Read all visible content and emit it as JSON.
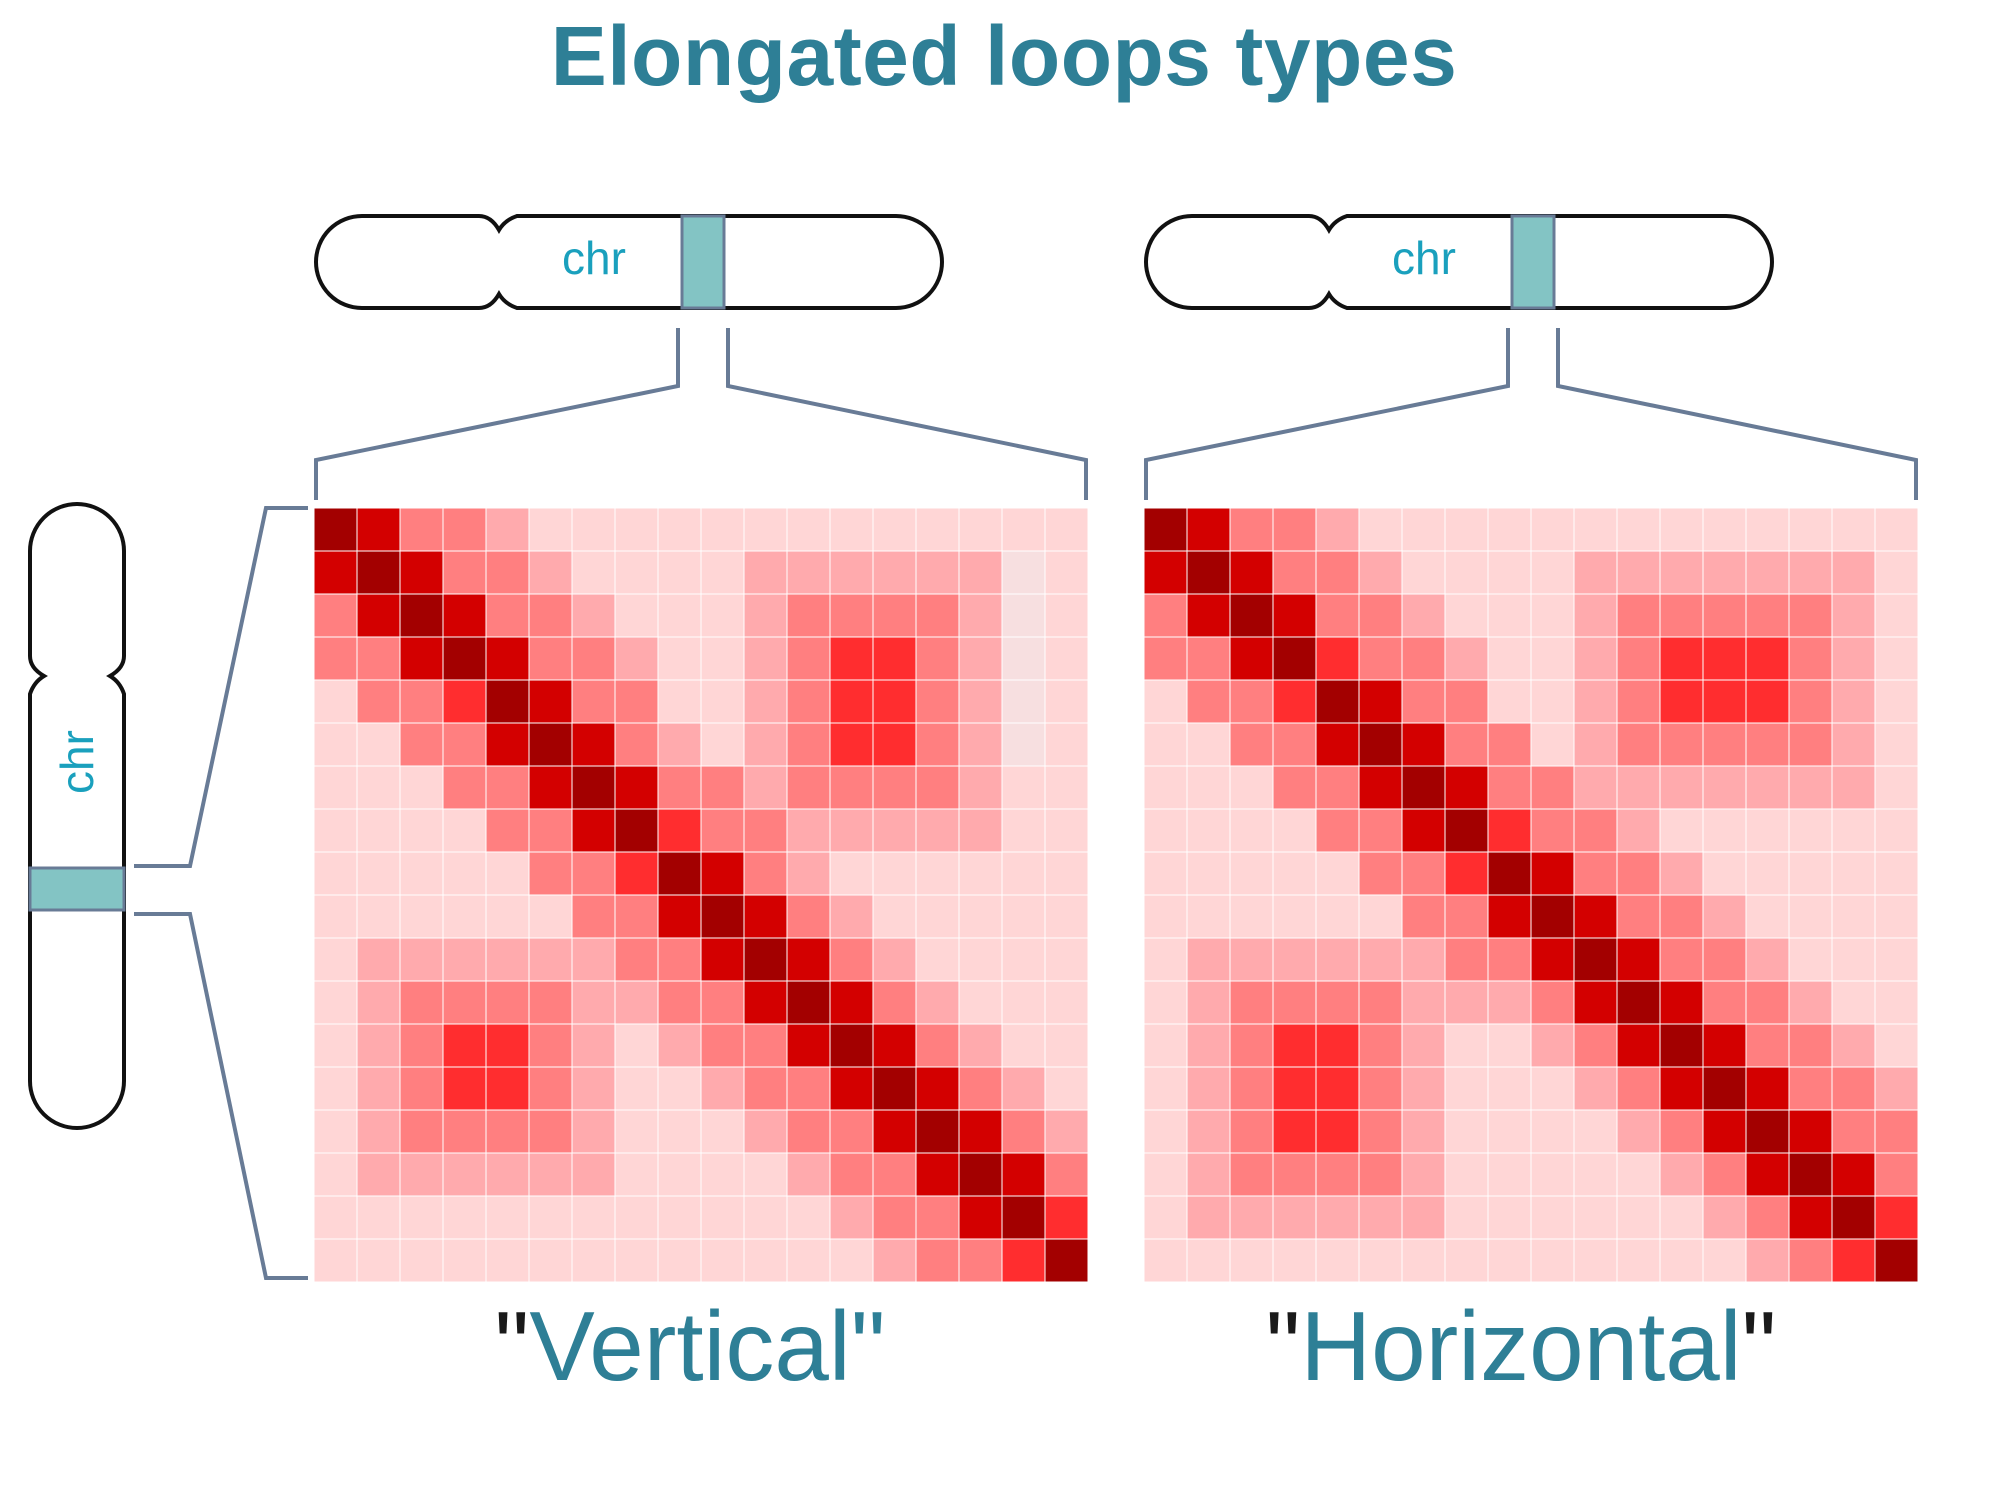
{
  "title": "Elongated loops types",
  "panels": [
    {
      "caption_open": "\"",
      "caption": "Vertical",
      "caption_close": "\"",
      "chr_label": "chr",
      "matrix": [
        [
          5,
          4,
          2,
          2,
          1,
          0,
          0,
          0,
          0,
          0,
          0,
          0,
          0,
          0,
          0,
          0,
          0,
          0
        ],
        [
          4,
          5,
          4,
          2,
          2,
          1,
          0,
          0,
          0,
          0,
          1,
          1,
          1,
          1,
          1,
          1,
          -1,
          0
        ],
        [
          2,
          4,
          5,
          4,
          2,
          2,
          1,
          0,
          0,
          0,
          1,
          2,
          2,
          2,
          2,
          1,
          -1,
          0
        ],
        [
          2,
          2,
          4,
          5,
          4,
          2,
          2,
          1,
          0,
          0,
          1,
          2,
          3,
          3,
          2,
          1,
          -1,
          0
        ],
        [
          0,
          2,
          2,
          3,
          5,
          4,
          2,
          2,
          0,
          0,
          1,
          2,
          3,
          3,
          2,
          1,
          -1,
          0
        ],
        [
          0,
          0,
          2,
          2,
          4,
          5,
          4,
          2,
          1,
          0,
          1,
          2,
          3,
          3,
          2,
          1,
          -1,
          0
        ],
        [
          0,
          0,
          0,
          2,
          2,
          4,
          5,
          4,
          2,
          2,
          1,
          2,
          2,
          2,
          2,
          1,
          0,
          0
        ],
        [
          0,
          0,
          0,
          0,
          2,
          2,
          4,
          5,
          3,
          2,
          2,
          1,
          1,
          1,
          1,
          1,
          0,
          0
        ],
        [
          0,
          0,
          0,
          0,
          0,
          2,
          2,
          3,
          5,
          4,
          2,
          1,
          0,
          0,
          0,
          0,
          0,
          0
        ],
        [
          0,
          0,
          0,
          0,
          0,
          0,
          2,
          2,
          4,
          5,
          4,
          2,
          1,
          0,
          0,
          0,
          0,
          0
        ],
        [
          0,
          1,
          1,
          1,
          1,
          1,
          1,
          2,
          2,
          4,
          5,
          4,
          2,
          1,
          0,
          0,
          0,
          0
        ],
        [
          0,
          1,
          2,
          2,
          2,
          2,
          1,
          1,
          2,
          2,
          4,
          5,
          4,
          2,
          1,
          0,
          0,
          0
        ],
        [
          0,
          1,
          2,
          3,
          3,
          2,
          1,
          0,
          1,
          2,
          2,
          4,
          5,
          4,
          2,
          1,
          0,
          0
        ],
        [
          0,
          1,
          2,
          3,
          3,
          2,
          1,
          0,
          0,
          1,
          2,
          2,
          4,
          5,
          4,
          2,
          1,
          0
        ],
        [
          0,
          1,
          2,
          2,
          2,
          2,
          1,
          0,
          0,
          0,
          1,
          2,
          2,
          4,
          5,
          4,
          2,
          1
        ],
        [
          0,
          1,
          1,
          1,
          1,
          1,
          1,
          0,
          0,
          0,
          0,
          1,
          2,
          2,
          4,
          5,
          4,
          2
        ],
        [
          0,
          0,
          0,
          0,
          0,
          0,
          0,
          0,
          0,
          0,
          0,
          0,
          1,
          2,
          2,
          4,
          5,
          3
        ],
        [
          0,
          0,
          0,
          0,
          0,
          0,
          0,
          0,
          0,
          0,
          0,
          0,
          0,
          1,
          2,
          2,
          3,
          5
        ]
      ]
    },
    {
      "caption_open": "\"",
      "caption": "Horizontal",
      "caption_close": "\"",
      "chr_label": "chr",
      "matrix": [
        [
          5,
          4,
          2,
          2,
          1,
          0,
          0,
          0,
          0,
          0,
          0,
          0,
          0,
          0,
          0,
          0,
          0,
          0
        ],
        [
          4,
          5,
          4,
          2,
          2,
          1,
          0,
          0,
          0,
          0,
          1,
          1,
          1,
          1,
          1,
          1,
          1,
          0
        ],
        [
          2,
          4,
          5,
          4,
          2,
          2,
          1,
          0,
          0,
          0,
          1,
          2,
          2,
          2,
          2,
          2,
          1,
          0
        ],
        [
          2,
          2,
          4,
          5,
          3,
          2,
          2,
          1,
          0,
          0,
          1,
          2,
          3,
          3,
          3,
          2,
          1,
          0
        ],
        [
          0,
          2,
          2,
          3,
          5,
          4,
          2,
          2,
          0,
          0,
          1,
          2,
          3,
          3,
          3,
          2,
          1,
          0
        ],
        [
          0,
          0,
          2,
          2,
          4,
          5,
          4,
          2,
          2,
          0,
          1,
          2,
          2,
          2,
          2,
          2,
          1,
          0
        ],
        [
          0,
          0,
          0,
          2,
          2,
          4,
          5,
          4,
          2,
          2,
          1,
          1,
          1,
          1,
          1,
          1,
          1,
          0
        ],
        [
          0,
          0,
          0,
          0,
          2,
          2,
          4,
          5,
          3,
          2,
          2,
          1,
          0,
          0,
          0,
          0,
          0,
          0
        ],
        [
          0,
          0,
          0,
          0,
          0,
          2,
          2,
          3,
          5,
          4,
          2,
          2,
          1,
          0,
          0,
          0,
          0,
          0
        ],
        [
          0,
          0,
          0,
          0,
          0,
          0,
          2,
          2,
          4,
          5,
          4,
          2,
          2,
          1,
          0,
          0,
          0,
          0
        ],
        [
          0,
          1,
          1,
          1,
          1,
          1,
          1,
          2,
          2,
          4,
          5,
          4,
          2,
          2,
          1,
          0,
          0,
          0
        ],
        [
          0,
          1,
          2,
          2,
          2,
          2,
          1,
          1,
          1,
          2,
          4,
          5,
          4,
          2,
          2,
          1,
          0,
          0
        ],
        [
          0,
          1,
          2,
          3,
          3,
          2,
          1,
          0,
          0,
          1,
          2,
          4,
          5,
          4,
          2,
          2,
          1,
          0
        ],
        [
          0,
          1,
          2,
          3,
          3,
          2,
          1,
          0,
          0,
          0,
          1,
          2,
          4,
          5,
          4,
          2,
          2,
          1
        ],
        [
          0,
          1,
          2,
          3,
          3,
          2,
          1,
          0,
          0,
          0,
          0,
          1,
          2,
          4,
          5,
          4,
          2,
          2
        ],
        [
          0,
          1,
          2,
          2,
          2,
          2,
          1,
          0,
          0,
          0,
          0,
          0,
          1,
          2,
          4,
          5,
          4,
          2
        ],
        [
          0,
          1,
          1,
          1,
          1,
          1,
          1,
          0,
          0,
          0,
          0,
          0,
          0,
          1,
          2,
          4,
          5,
          3
        ],
        [
          0,
          0,
          0,
          0,
          0,
          0,
          0,
          0,
          0,
          0,
          0,
          0,
          0,
          0,
          1,
          2,
          3,
          5
        ]
      ]
    }
  ],
  "left_chr_label": "chr",
  "colors": {
    "title": "#2e7f96",
    "chr_label": "#1aa0bd",
    "band": "#83c4c4",
    "bracket": "#687b96",
    "cell_levels": [
      "#ffd6d6",
      "#ffaaad",
      "#ff7f80",
      "#ff2d2f",
      "#d30000",
      "#a30000"
    ],
    "cell_faint": "#f7dfe0"
  }
}
